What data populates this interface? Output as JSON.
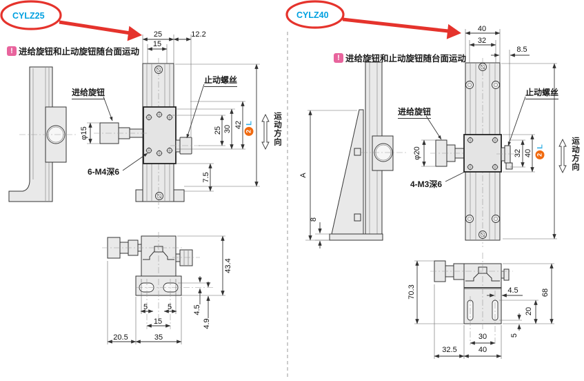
{
  "colors": {
    "part_number_blue": "#00a0e0",
    "highlight_red": "#e5332c",
    "marker_orange": "#f06a10",
    "marker_blue": "#35b0e5",
    "note_pink": "#e8649d",
    "body_gray": "#e9e9e9"
  },
  "left": {
    "part_number": "CYLZ25",
    "note_icon": "!",
    "note": "进给旋钮和止动旋钮随台面运动",
    "feed_knob_label": "进给旋钮",
    "stop_screw_label": "止动螺丝",
    "thread_note": "6-M4深6",
    "knob_diameter": "φ15",
    "motion_direction": "运动方向",
    "marker_number": "2",
    "marker_letter": "L",
    "dim_top_width": "25",
    "dim_top_inner": "15",
    "dim_top_offset": "12.2",
    "dim_v_25": "25",
    "dim_v_30": "30",
    "dim_v_42": "42",
    "dim_v_7_5": "7.5",
    "dim_b_height": "43.4",
    "dim_b_4_5": "4.5",
    "dim_b_4_9": "4.9",
    "dim_b_5a": "5",
    "dim_b_5b": "5",
    "dim_b_15": "15",
    "dim_b_35": "35",
    "dim_b_20_5": "20.5"
  },
  "right": {
    "part_number": "CYLZ40",
    "note_icon": "!",
    "note": "进给旋钮和止动旋钮随台面运动",
    "feed_knob_label": "进给旋钮",
    "stop_screw_label": "止动螺丝",
    "thread_note": "4-M3深6",
    "knob_diameter": "φ20",
    "motion_direction": "运动方向",
    "marker_number": "2",
    "marker_letter": "L",
    "dim_A": "A",
    "dim_8": "8",
    "dim_top_width": "40",
    "dim_top_inner": "32",
    "dim_top_offset": "8.5",
    "dim_v_32": "32",
    "dim_v_40": "40",
    "dim_b_height": "70.3",
    "dim_b_4_5": "4.5",
    "dim_b_68": "68",
    "dim_b_20": "20",
    "dim_b_5": "5",
    "dim_b_30": "30",
    "dim_b_40": "40",
    "dim_b_32_5": "32.5"
  }
}
